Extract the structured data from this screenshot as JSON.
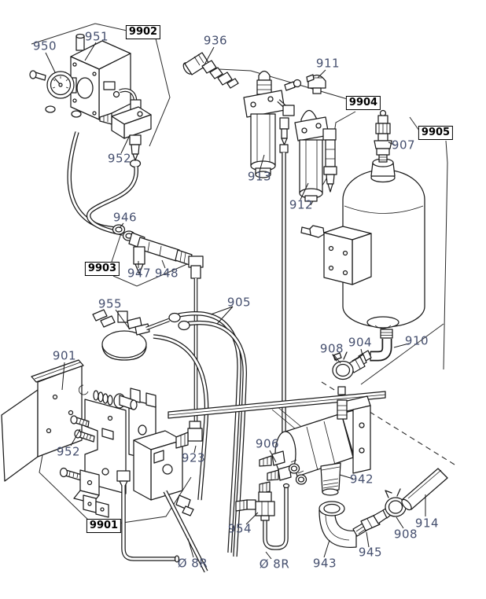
{
  "diagram": {
    "colors": {
      "callout_text": "#454f6e",
      "group_label_text": "#000000",
      "line_art": "#1a1a1a"
    },
    "callouts": {
      "c950": {
        "label": "950"
      },
      "c951": {
        "label": "951"
      },
      "c952a": {
        "label": "952"
      },
      "c946": {
        "label": "946"
      },
      "c947": {
        "label": "947"
      },
      "c948": {
        "label": "948"
      },
      "c955": {
        "label": "955"
      },
      "c905": {
        "label": "905"
      },
      "c936": {
        "label": "936"
      },
      "c911": {
        "label": "911"
      },
      "c913": {
        "label": "913"
      },
      "c912": {
        "label": "912"
      },
      "c907": {
        "label": "907"
      },
      "c901": {
        "label": "901"
      },
      "c952b": {
        "label": "952"
      },
      "c923": {
        "label": "923"
      },
      "c906": {
        "label": "906"
      },
      "c942": {
        "label": "942"
      },
      "c954": {
        "label": "954"
      },
      "c943": {
        "label": "943"
      },
      "c945": {
        "label": "945"
      },
      "c908a": {
        "label": "908"
      },
      "c908b": {
        "label": "908"
      },
      "c904": {
        "label": "904"
      },
      "c910": {
        "label": "910"
      },
      "c914": {
        "label": "914"
      }
    },
    "group_labels": {
      "g9901": {
        "label": "9901"
      },
      "g9902": {
        "label": "9902"
      },
      "g9903": {
        "label": "9903"
      },
      "g9904": {
        "label": "9904"
      },
      "g9905": {
        "label": "9905"
      }
    },
    "dimension_labels": {
      "d8r_a": {
        "label": "Ø 8R"
      },
      "d8r_b": {
        "label": "Ø 8R"
      }
    }
  }
}
